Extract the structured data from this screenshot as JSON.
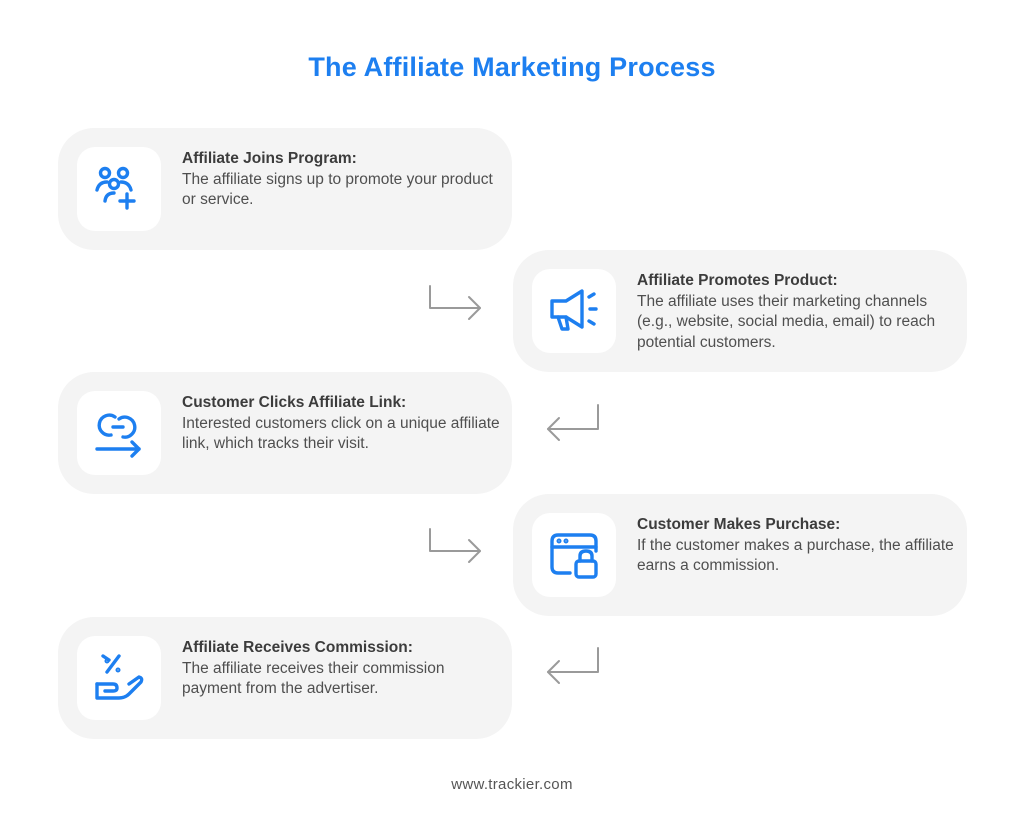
{
  "title": "The Affiliate Marketing Process",
  "accent_color": "#1d7ff0",
  "card_color": "#f4f4f4",
  "steps": [
    {
      "heading": "Affiliate Joins Program:",
      "description": "The affiliate signs up to promote your product or service.",
      "icon": "users-add-icon"
    },
    {
      "heading": "Affiliate Promotes Product:",
      "description": "The affiliate uses their marketing channels (e.g., website, social media, email) to reach potential customers.",
      "icon": "megaphone-icon"
    },
    {
      "heading": "Customer Clicks Affiliate Link:",
      "description": "Interested customers click on a unique affiliate link, which tracks their visit.",
      "icon": "link-arrow-icon"
    },
    {
      "heading": "Customer Makes Purchase:",
      "description": "If the customer makes a purchase, the affiliate earns a commission.",
      "icon": "browser-lock-icon"
    },
    {
      "heading": "Affiliate Receives Commission:",
      "description": "The affiliate receives their commission payment from the advertiser.",
      "icon": "hand-percent-icon"
    }
  ],
  "footer": "www.trackier.com"
}
